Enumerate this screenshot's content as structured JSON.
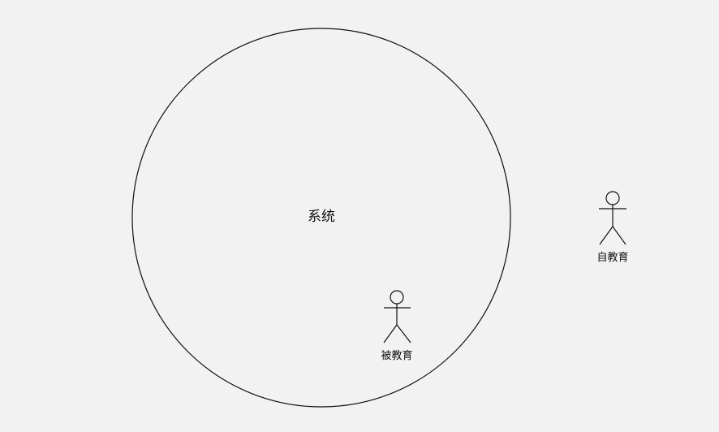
{
  "diagram": {
    "system": {
      "label": "系统"
    },
    "actors": [
      {
        "id": "educated",
        "label": "被教育"
      },
      {
        "id": "self",
        "label": "自教育"
      }
    ],
    "colors": {
      "background": "#f2f2f2",
      "stroke": "#111111"
    }
  }
}
